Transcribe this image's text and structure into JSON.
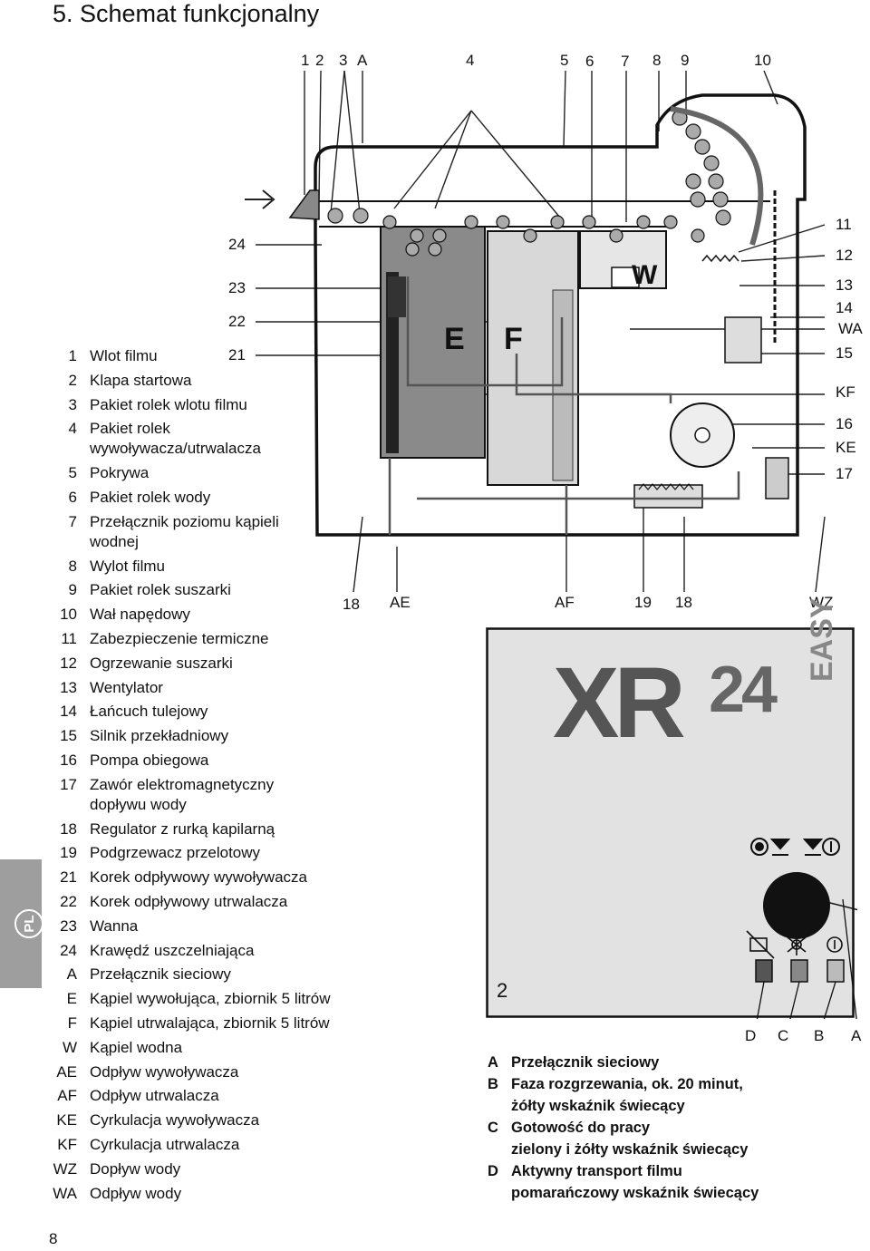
{
  "title": "5. Schemat funkcjonalny",
  "page_number": "8",
  "language_tab": "PL",
  "legend": [
    {
      "key": "1",
      "lines": [
        "Wlot filmu"
      ]
    },
    {
      "key": "2",
      "lines": [
        "Klapa startowa"
      ]
    },
    {
      "key": "3",
      "lines": [
        "Pakiet rolek wlotu filmu"
      ]
    },
    {
      "key": "4",
      "lines": [
        "Pakiet rolek",
        "wywoływacza/utrwalacza"
      ]
    },
    {
      "key": "5",
      "lines": [
        "Pokrywa"
      ]
    },
    {
      "key": "6",
      "lines": [
        "Pakiet rolek wody"
      ]
    },
    {
      "key": "7",
      "lines": [
        "Przełącznik poziomu kąpieli",
        "wodnej"
      ]
    },
    {
      "key": "8",
      "lines": [
        "Wylot filmu"
      ]
    },
    {
      "key": "9",
      "lines": [
        "Pakiet rolek suszarki"
      ]
    },
    {
      "key": "10",
      "lines": [
        "Wał napędowy"
      ]
    },
    {
      "key": "11",
      "lines": [
        "Zabezpieczenie termiczne"
      ]
    },
    {
      "key": "12",
      "lines": [
        "Ogrzewanie suszarki"
      ]
    },
    {
      "key": "13",
      "lines": [
        "Wentylator"
      ]
    },
    {
      "key": "14",
      "lines": [
        "Łańcuch tulejowy"
      ]
    },
    {
      "key": "15",
      "lines": [
        "Silnik przekładniowy"
      ]
    },
    {
      "key": "16",
      "lines": [
        "Pompa obiegowa"
      ]
    },
    {
      "key": "17",
      "lines": [
        "Zawór elektromagnetyczny",
        "dopływu wody"
      ]
    },
    {
      "key": "18",
      "lines": [
        "Regulator z rurką kapilarną"
      ]
    },
    {
      "key": "19",
      "lines": [
        "Podgrzewacz przelotowy"
      ]
    },
    {
      "key": "21",
      "lines": [
        "Korek odpływowy wywoływacza"
      ]
    },
    {
      "key": "22",
      "lines": [
        "Korek odpływowy utrwalacza"
      ]
    },
    {
      "key": "23",
      "lines": [
        "Wanna"
      ]
    },
    {
      "key": "24",
      "lines": [
        "Krawędź uszczelniająca"
      ]
    },
    {
      "key": "A",
      "lines": [
        "Przełącznik sieciowy"
      ]
    },
    {
      "key": "E",
      "lines": [
        "Kąpiel wywołująca, zbiornik 5 litrów"
      ]
    },
    {
      "key": "F",
      "lines": [
        "Kąpiel utrwalająca, zbiornik 5 litrów"
      ]
    },
    {
      "key": "W",
      "lines": [
        "Kąpiel wodna"
      ]
    },
    {
      "key": "AE",
      "lines": [
        "Odpływ wywoływacza"
      ]
    },
    {
      "key": "AF",
      "lines": [
        "Odpływ utrwalacza"
      ]
    },
    {
      "key": "KE",
      "lines": [
        "Cyrkulacja wywoływacza"
      ]
    },
    {
      "key": "KF",
      "lines": [
        "Cyrkulacja utrwalacza"
      ]
    },
    {
      "key": "WZ",
      "lines": [
        "Dopływ wody"
      ]
    },
    {
      "key": "WA",
      "lines": [
        "Odpływ wody"
      ]
    }
  ],
  "diagram_labels": {
    "top": [
      "1",
      "2",
      "3",
      "A",
      "4",
      "5",
      "6",
      "7",
      "8",
      "9",
      "10"
    ],
    "left": [
      "24",
      "23",
      "22",
      "21"
    ],
    "right": [
      "11",
      "12",
      "13",
      "14",
      "WA",
      "15",
      "KF",
      "16",
      "KE",
      "17"
    ],
    "bottom": [
      "18",
      "AE",
      "AF",
      "19",
      "18",
      "WZ"
    ],
    "tank_e": "E",
    "tank_f": "F",
    "tank_w": "W"
  },
  "panel": {
    "logo_xr": "XR",
    "logo_num": "24",
    "logo_easy": "EASY",
    "number": "2",
    "indicator_labels": [
      "D",
      "C",
      "B",
      "A"
    ]
  },
  "panel_legend": [
    {
      "key": "A",
      "lines": [
        "Przełącznik sieciowy"
      ]
    },
    {
      "key": "B",
      "lines": [
        "Faza rozgrzewania, ok. 20 minut,",
        "żółty wskaźnik świecący"
      ]
    },
    {
      "key": "C",
      "lines": [
        "Gotowość do pracy",
        "zielony i żółty wskaźnik świecący"
      ]
    },
    {
      "key": "D",
      "lines": [
        "Aktywny transport filmu",
        "pomarańczowy wskaźnik świecący"
      ]
    }
  ]
}
